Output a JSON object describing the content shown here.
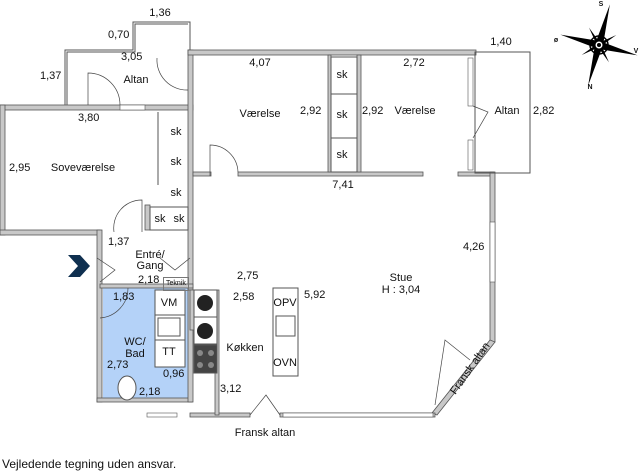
{
  "rooms": {
    "altan_top": "Altan",
    "bedroom": "Soveværelse",
    "room1": "Værelse",
    "room2": "Værelse",
    "altan_right": "Altan",
    "entry_line1": "Entré/",
    "entry_line2": "Gang",
    "technik": "Teknik",
    "wc_line1": "WC/",
    "wc_line2": "Bad",
    "kitchen": "Køkken",
    "living": "Stue",
    "living_height": "H : 3,04"
  },
  "fixtures": {
    "closet": "sk",
    "vm": "VM",
    "tt": "TT",
    "opv": "OPV",
    "ovn": "OVN"
  },
  "dimensions": {
    "d136": "1,36",
    "d070": "0,70",
    "d305": "3,05",
    "d137a": "1,37",
    "d380": "3,80",
    "d295": "2,95",
    "d407": "4,07",
    "d292a": "2,92",
    "d292b": "2,92",
    "d272": "2,72",
    "d140": "1,40",
    "d282": "2,82",
    "d741": "7,41",
    "d426": "4,26",
    "d137b": "1,37",
    "d218a": "2,18",
    "d275": "2,75",
    "d258": "2,58",
    "d592": "5,92",
    "d183": "1,83",
    "d273": "2,73",
    "d096": "0,96",
    "d218b": "2,18",
    "d312": "3,12"
  },
  "balconies": {
    "french_bottom": "Fransk altan",
    "french_diagonal": "Fransk altan"
  },
  "compass": {
    "s": "S",
    "o": "ø",
    "v": "V",
    "n": "N"
  },
  "disclaimer": "Vejledende tegning uden ansvar.",
  "colors": {
    "wall": "#c8c8c8",
    "wc_fill": "#b4d2f8",
    "entry_arrow": "#0f3050"
  }
}
